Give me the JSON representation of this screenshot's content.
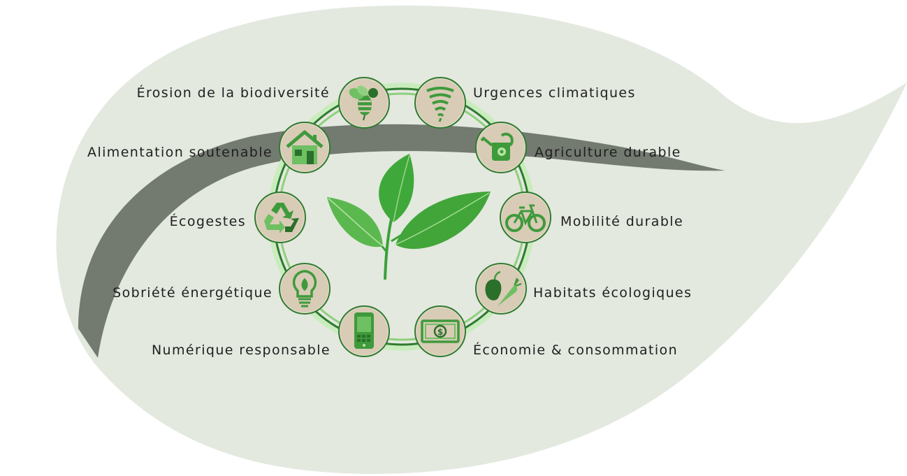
{
  "colors": {
    "leaf_background": "#e3e9df",
    "stem_band": "#737a70",
    "ring_green": "#2f7a31",
    "ring_light": "#a9dc98",
    "node_fill": "#d8ccb6",
    "icon_green": "#3f9a3c",
    "icon_dark": "#2a6f2a",
    "sprout_green": "#3aa13a"
  },
  "center_icon": "sprout-icon",
  "topics_left": [
    {
      "label": "Érosion de la biodiversité",
      "icon": "bee-icon"
    },
    {
      "label": "Alimentation soutenable",
      "icon": "house-icon"
    },
    {
      "label": "Écogestes",
      "icon": "recycle-icon"
    },
    {
      "label": "Sobriété énergétique",
      "icon": "lightbulb-icon"
    },
    {
      "label": "Numérique responsable",
      "icon": "smartphone-icon"
    }
  ],
  "topics_right": [
    {
      "label": "Urgences climatiques",
      "icon": "tornado-icon"
    },
    {
      "label": "Agriculture durable",
      "icon": "watering-can-icon"
    },
    {
      "label": "Mobilité durable",
      "icon": "bicycle-icon"
    },
    {
      "label": "Habitats écologiques",
      "icon": "fruit-vegetable-icon"
    },
    {
      "label": "Économie & consommation",
      "icon": "money-icon"
    }
  ]
}
